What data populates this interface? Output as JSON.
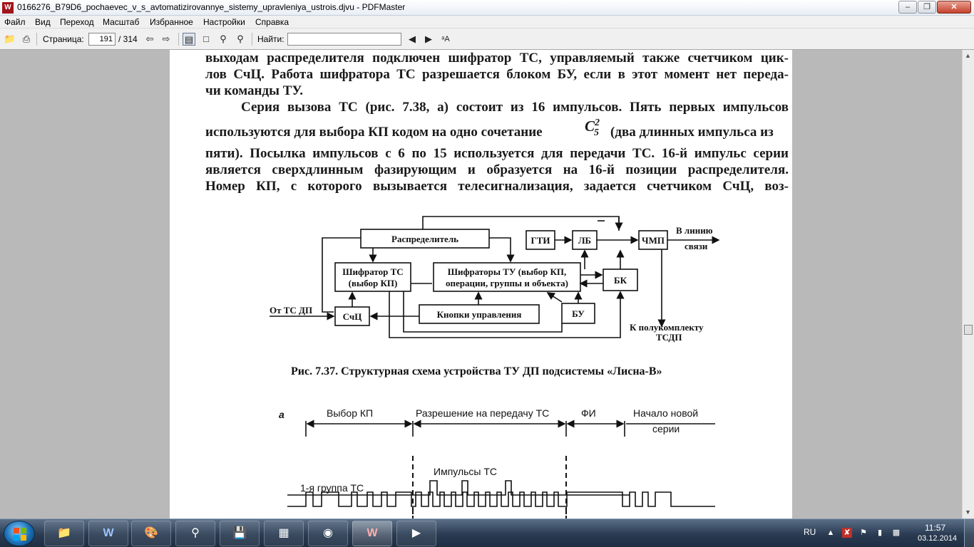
{
  "window": {
    "title": "0166276_B79D6_pochaevec_v_s_avtomatizirovannye_sistemy_upravleniya_ustrois.djvu - PDFMaster",
    "min_label": "–",
    "max_label": "❐",
    "close_label": "✕"
  },
  "menu": [
    "Файл",
    "Вид",
    "Переход",
    "Масштаб",
    "Избранное",
    "Настройки",
    "Справка"
  ],
  "toolbar": {
    "page_label": "Страница:",
    "page_current": "191",
    "page_total": "/ 314",
    "find_label": "Найти:",
    "find_value": "",
    "font_label": "ᵃA"
  },
  "document": {
    "lines": [
      "выходам распределителя подключен шифратор ТС, управляемый также счетчиком цик-",
      "лов СчЦ. Работа шифратора ТС разрешается блоком БУ, если в этот момент нет переда-",
      "чи команды ТУ.",
      "Серия вызова ТС (рис. 7.38, а) состоит из 16 импульсов. Пять первых импульсов",
      "используются для выбора КП кодом на одно сочетание",
      "(два длинных импульса из",
      "пяти). Посылка импульсов с 6 по 15 используется для передачи ТС. 16-й импульс серии",
      "является сверхдлинным фазирующим и образуется на 16-й позиции распределителя.",
      "Номер КП, с которого вызывается телесигнализация, задается счетчиком СчЦ, воз-"
    ],
    "formula": {
      "base": "C",
      "sup": "2",
      "sub": "5"
    },
    "diagram": {
      "blocks": {
        "distributor": "Распределитель",
        "gti": "ГТИ",
        "lb": "ЛБ",
        "chmp": "ЧМП",
        "tc_encoder_1": "Шифратор ТС",
        "tc_encoder_2": "(выбор КП)",
        "tu_encoders_1": "Шифраторы ТУ (выбор КП,",
        "tu_encoders_2": "операции, группы и объекта)",
        "bk": "БК",
        "schc": "СчЦ",
        "buttons": "Кнопки управления",
        "bu": "БУ"
      },
      "labels": {
        "line_out_1": "В линию",
        "line_out_2": "связи",
        "from_tc": "От ТС ДП",
        "to_half_1": "К полукомплекту",
        "to_half_2": "ТСДП"
      }
    },
    "caption": "Рис. 7.37. Структурная схема устройства ТУ ДП подсистемы «Лисна-В»",
    "timing": {
      "panel_letter": "а",
      "seg_select": "Выбор КП",
      "seg_allow": "Разрешение на передачу ТС",
      "seg_fi": "ФИ",
      "seg_new_1": "Начало новой",
      "seg_new_2": "серии",
      "pulses_label": "Импульсы ТС",
      "group_label": "1-я группа ТС"
    }
  },
  "taskbar": {
    "lang": "RU",
    "time": "11:57",
    "date": "03.12.2014"
  }
}
